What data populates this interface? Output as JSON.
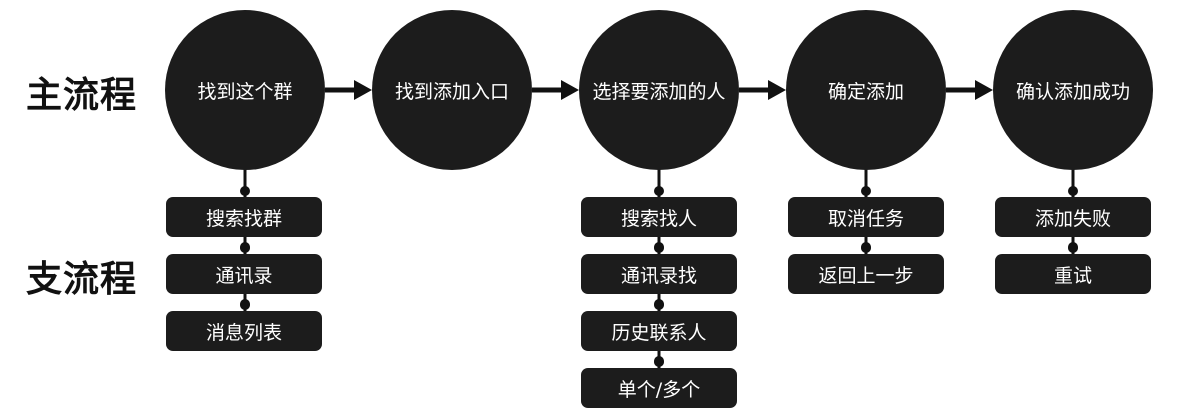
{
  "labels": {
    "main": "主流程",
    "branch": "支流程"
  },
  "main_steps": [
    "找到这个群",
    "找到添加入口",
    "选择要添加的人",
    "确定添加",
    "确认添加成功"
  ],
  "branches": [
    {
      "step": 0,
      "items": [
        "搜索找群",
        "通讯录",
        "消息列表"
      ]
    },
    {
      "step": 2,
      "items": [
        "搜索找人",
        "通讯录找",
        "历史联系人",
        "单个/多个"
      ]
    },
    {
      "step": 3,
      "items": [
        "取消任务",
        "返回上一步"
      ]
    },
    {
      "step": 4,
      "items": [
        "添加失败",
        "重试"
      ]
    }
  ],
  "colors": {
    "node": "#1c1c1c",
    "text": "#ffffff",
    "line": "#111111"
  }
}
